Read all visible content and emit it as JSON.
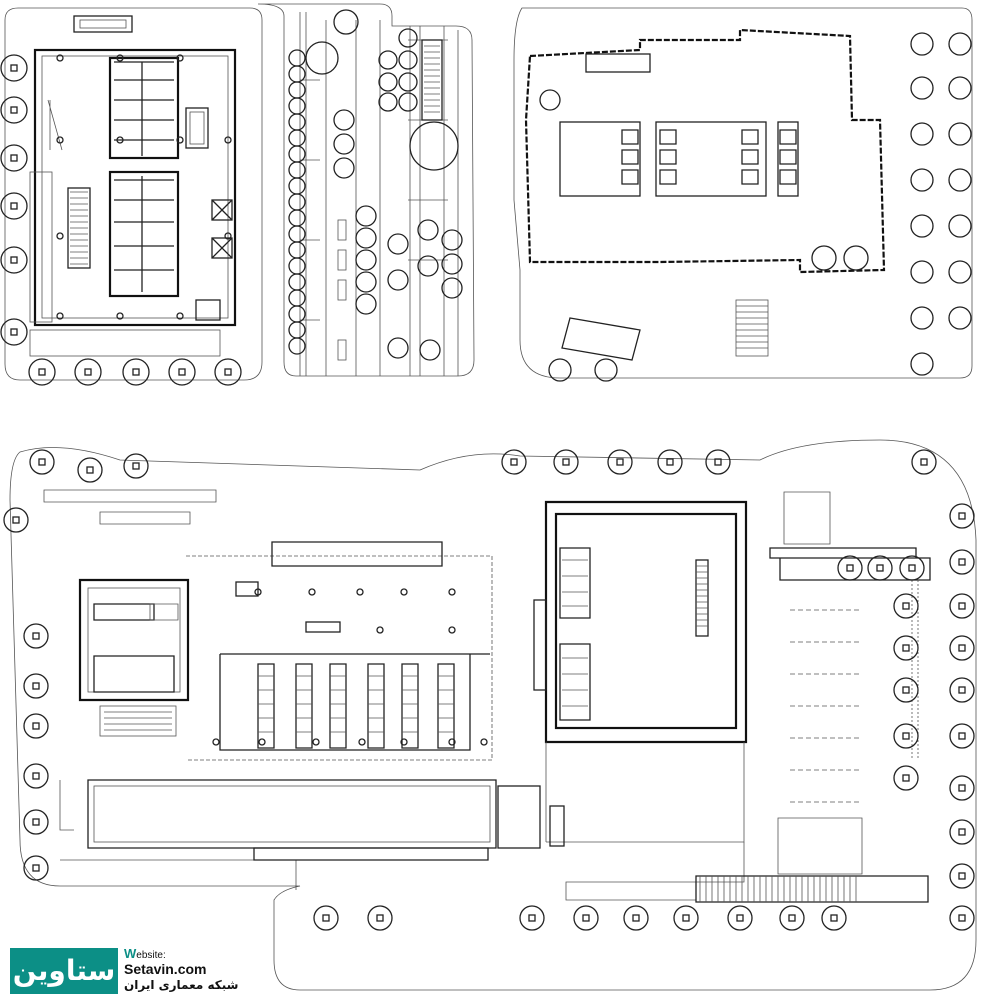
{
  "watermark": {
    "logo_text": "ستاوین",
    "website_prefix": "W",
    "website_label": "ebsite:",
    "website_url": "Setavin.com",
    "subtitle": "شبکه معماری ایران",
    "brand_color": "#0c8f86"
  },
  "drawing": {
    "type": "architectural site plan",
    "blocks": [
      "tower-plan-top-left",
      "street-strip-top-center",
      "tower-plan-top-right",
      "podium-plan-bottom-left",
      "block-plan-bottom-right"
    ]
  }
}
